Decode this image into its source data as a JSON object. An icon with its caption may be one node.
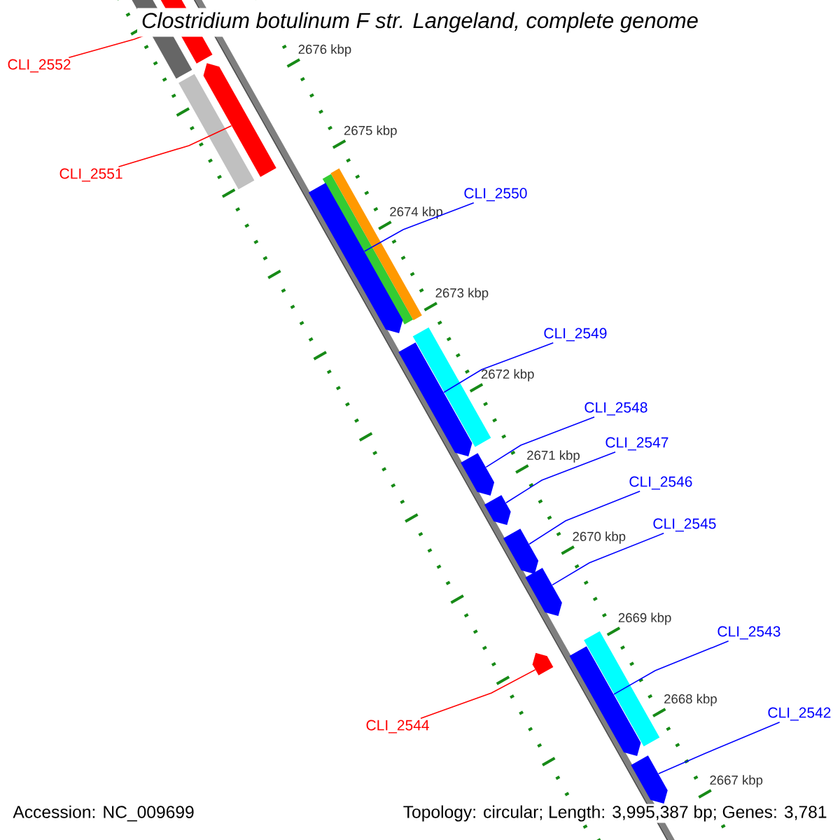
{
  "diagram": {
    "title": "Clostridium botulinum F str. Langeland, complete genome",
    "nodes": [
      {
        "text": [
          "CLI_2552"
        ]
      },
      {
        "text": [
          "CLI_2551"
        ]
      },
      {
        "text": [
          "CLI_2550"
        ]
      },
      {
        "text": [
          "CLI_2549"
        ]
      },
      {
        "text": [
          "CLI_2548"
        ]
      },
      {
        "text": [
          "CLI_2547"
        ]
      },
      {
        "text": [
          "CLI_2546"
        ]
      },
      {
        "text": [
          "CLI_2545"
        ]
      },
      {
        "text": [
          "CLI_2544"
        ]
      },
      {
        "text": [
          "CLI_2543"
        ]
      },
      {
        "text": [
          "CLI_2542"
        ]
      },
      {
        "text": [],
        "shape": "arrow"
      },
      {
        "text": [],
        "shape": "arrow"
      },
      {
        "text": [],
        "shape": "arrow"
      },
      {
        "text": [],
        "shape": "arrow"
      },
      {
        "text": [],
        "shape": "arrow"
      },
      {
        "text": [],
        "shape": "arrow"
      },
      {
        "text": [],
        "shape": "arrow"
      },
      {
        "text": [],
        "shape": "arrow"
      },
      {
        "text": [],
        "shape": "arrow"
      },
      {
        "text": [],
        "shape": "arrow"
      },
      {
        "text": [],
        "shape": "arrow"
      }
    ],
    "edges": [
      {
        "from": 0,
        "to": 11,
        "arrow": "none",
        "color": "#ff0000"
      },
      {
        "from": 1,
        "to": 12,
        "arrow": "none",
        "color": "#ff0000"
      },
      {
        "from": 2,
        "to": 13,
        "arrow": "none"
      },
      {
        "from": 3,
        "to": 14,
        "arrow": "none"
      },
      {
        "from": 4,
        "to": 15,
        "arrow": "none"
      },
      {
        "from": 5,
        "to": 16,
        "arrow": "none"
      },
      {
        "from": 6,
        "to": 17,
        "arrow": "none"
      },
      {
        "from": 7,
        "to": 18,
        "arrow": "none"
      },
      {
        "from": 8,
        "to": 19,
        "arrow": "none",
        "color": "#ff0000"
      },
      {
        "from": 9,
        "to": 20,
        "arrow": "none"
      },
      {
        "from": 10,
        "to": 21,
        "arrow": "none"
      }
    ],
    "labels": [
      "2676 kbp",
      "2675 kbp",
      "2674 kbp",
      "2673 kbp",
      "2672 kbp",
      "2671 kbp",
      "2670 kbp",
      "2669 kbp",
      "2668 kbp",
      "2667 kbp",
      "Accession: NC_009699",
      "Topology: circular; Length: 3,995,387 bp; Genes: 3,781"
    ]
  }
}
